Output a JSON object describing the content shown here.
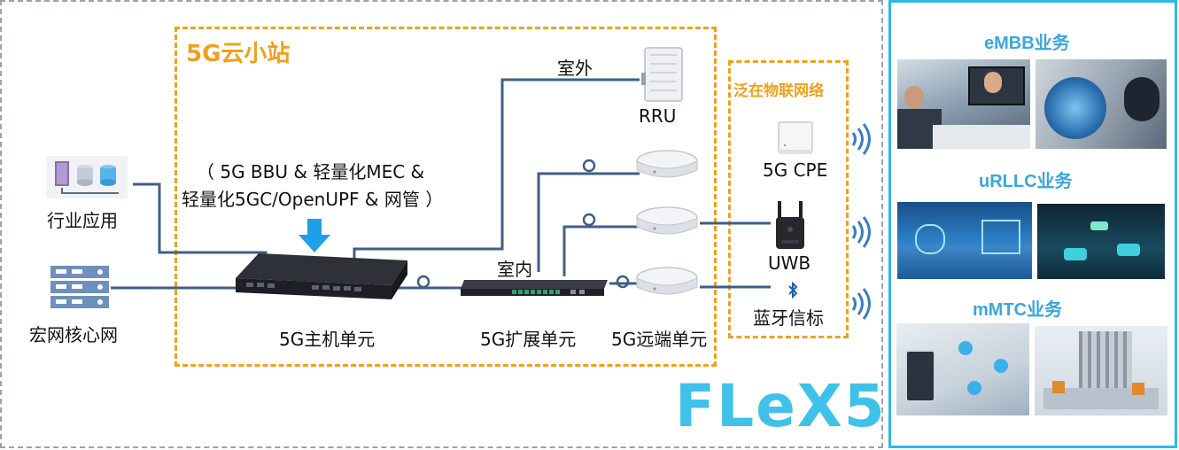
{
  "diagram": {
    "brand": "FLeX5",
    "small_cell_title": "5G云小站",
    "iot_title": "泛在物联网络",
    "main_desc_line1": "（ 5G BBU & 轻量化MEC &",
    "main_desc_line2": "轻量化5GC/OpenUPF & 网管 ）",
    "nodes": {
      "industry_app": "行业应用",
      "macro_core": "宏网核心网",
      "host_unit": "5G主机单元",
      "expansion_unit": "5G扩展单元",
      "remote_unit": "5G远端单元",
      "rru": "RRU",
      "outdoor": "室外",
      "indoor": "室内",
      "cpe": "5G CPE",
      "uwb": "UWB",
      "beacon": "蓝牙信标"
    },
    "colors": {
      "line": "#3f5f86",
      "orange": "#f0a01e",
      "brand": "#3fc1e9",
      "arrow": "#1ea0e6"
    }
  },
  "services": [
    {
      "title": "eMBB业务"
    },
    {
      "title": "uRLLC业务"
    },
    {
      "title": "mMTC业务"
    }
  ]
}
